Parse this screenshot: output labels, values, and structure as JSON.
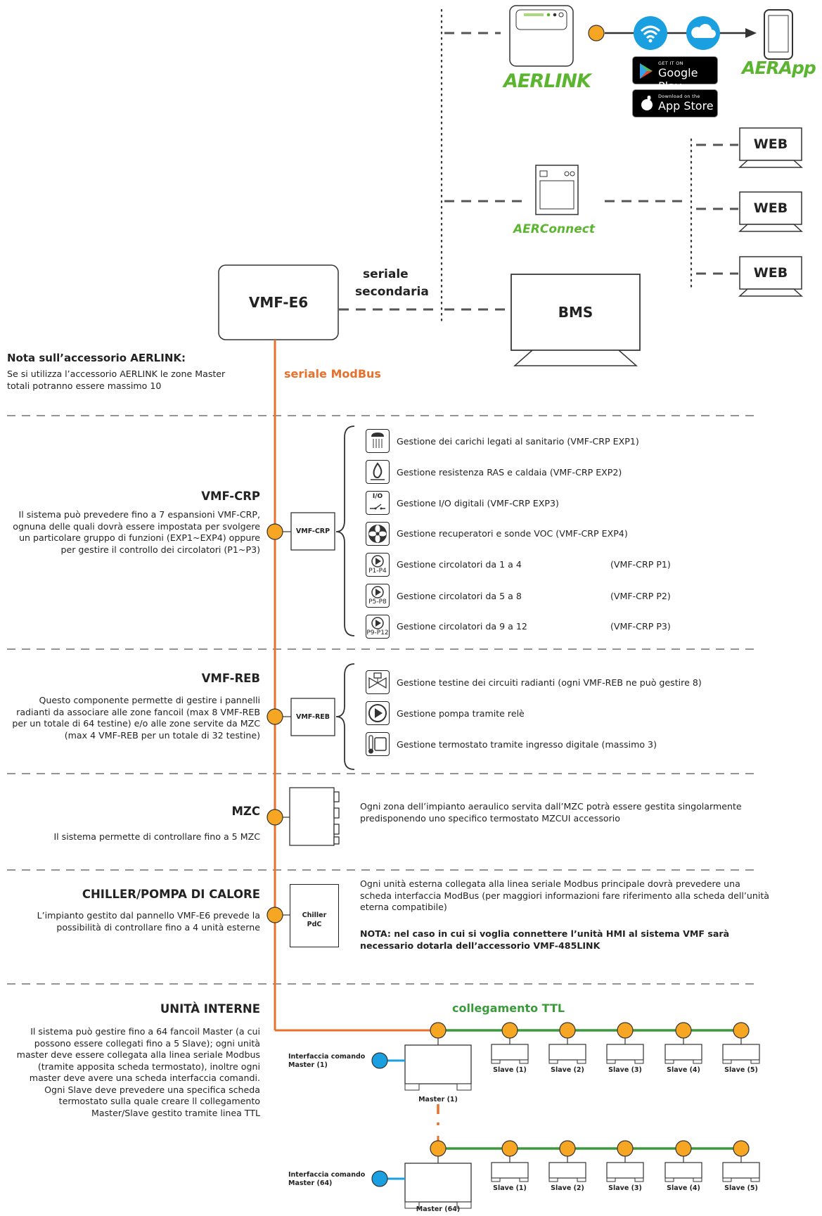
{
  "colors": {
    "orange": "#e8702a",
    "node": "#f6a623",
    "green": "#3a9b3a",
    "blue": "#1aa0e0",
    "line": "#222222",
    "dash": "#555555"
  },
  "top": {
    "aerlink_logo": "AERLINK",
    "aerapp_logo": "AERApp",
    "google_play_small": "GET IT ON",
    "google_play": "Google Play",
    "app_store_small": "Download on the",
    "app_store": "App Store",
    "aerconnect_logo": "AERConnect",
    "web_labels": [
      "WEB",
      "WEB",
      "WEB"
    ],
    "bms": "BMS",
    "vmf_e6": "VMF-E6",
    "seriale_secondaria": [
      "seriale",
      "secondaria"
    ],
    "seriale_modbus": "seriale ModBus"
  },
  "nota": {
    "title": "Nota sull’accessorio AERLINK:",
    "text": "Se si utilizza l’accessorio AERLINK le zone Master totali potranno essere massimo 10"
  },
  "crp": {
    "title": "VMF-CRP",
    "text": "Il sistema può prevedere fino a 7 espansioni VMF-CRP, ognuna delle quali dovrà essere impostata per svolgere un particolare gruppo di funzioni (EXP1~EXP4) oppure per gestire il controllo dei circolatori (P1~P3)",
    "box": "VMF-CRP",
    "features": [
      {
        "icon": "shower-icon",
        "text": "Gestione dei carichi legati al sanitario (VMF-CRP EXP1)",
        "code": ""
      },
      {
        "icon": "flame-icon",
        "text": "Gestione resistenza RAS e caldaia (VMF-CRP EXP2)",
        "code": ""
      },
      {
        "icon": "io-switch-icon",
        "text": "Gestione I/O digitali (VMF-CRP EXP3)",
        "code": ""
      },
      {
        "icon": "fan-icon",
        "text": "Gestione recuperatori e sonde VOC (VMF-CRP EXP4)",
        "code": ""
      },
      {
        "icon": "pump-p1-p4-icon",
        "text": "Gestione circolatori da 1 a 4",
        "code": "(VMF-CRP P1)"
      },
      {
        "icon": "pump-p5-p8-icon",
        "text": "Gestione circolatori da 5 a 8",
        "code": "(VMF-CRP P2)"
      },
      {
        "icon": "pump-p9-p12-icon",
        "text": "Gestione circolatori da 9 a 12",
        "code": "(VMF-CRP P3)"
      }
    ],
    "icon_labels": [
      "I/O",
      "P1-P4",
      "P5-P8",
      "P9-P12"
    ]
  },
  "reb": {
    "title": "VMF-REB",
    "text": "Questo componente permette di gestire i pannelli radianti da associare alle zone fancoil (max 8 VMF-REB per un totale di 64 testine) e/o alle zone servite da MZC (max 4 VMF-REB per un totale di 32 testine)",
    "box": "VMF-REB",
    "features": [
      "Gestione testine dei circuiti radianti (ogni VMF-REB ne può gestire 8)",
      "Gestione pompa tramite relè",
      "Gestione termostato tramite ingresso digitale (massimo 3)"
    ]
  },
  "mzc": {
    "title": "MZC",
    "text": "Il sistema permette di controllare  fino a 5 MZC",
    "desc": "Ogni zona dell’impianto aeraulico servita dall’MZC potrà essere gestita singolarmente predisponendo uno specifico termostato MZCUI accessorio"
  },
  "chiller": {
    "title": "CHILLER/POMPA DI CALORE",
    "text": "L’impianto gestito dal pannello VMF-E6 prevede la possibilità di controllare fino a 4 unità esterne",
    "box": [
      "Chiller",
      "PdC"
    ],
    "desc": "Ogni unità esterna collegata alla linea seriale Modbus principale dovrà prevedere una scheda interfaccia ModBus (per maggiori informazioni fare riferimento alla scheda dell’unità eterna compatibile)",
    "nota": "NOTA: nel caso in cui si voglia connettere  l’unità HMI al sistema VMF sarà necessario dotarla dell’accessorio VMF-485LINK"
  },
  "interne": {
    "title": "UNITÀ INTERNE",
    "text": "Il sistema può gestire fino a 64 fancoil Master (a cui possono essere collegati fino a 5 Slave); ogni unità master deve essere collegata alla linea seriale Modbus (tramite apposita scheda termostato), inoltre ogni master deve avere una scheda interfaccia comandi. Ogni Slave deve prevedere una specifica scheda termostato sulla quale creare ll collegamento Master/Slave gestito tramite linea TTL",
    "ttl": "collegamento TTL",
    "group1": {
      "iface": [
        "Interfaccia comando",
        "Master (1)"
      ],
      "master": "Master (1)"
    },
    "group2": {
      "iface": [
        "Interfaccia comando",
        "Master (64)"
      ],
      "master": "Master (64)"
    },
    "slaves": [
      "Slave (1)",
      "Slave (2)",
      "Slave (3)",
      "Slave (4)",
      "Slave (5)"
    ]
  }
}
